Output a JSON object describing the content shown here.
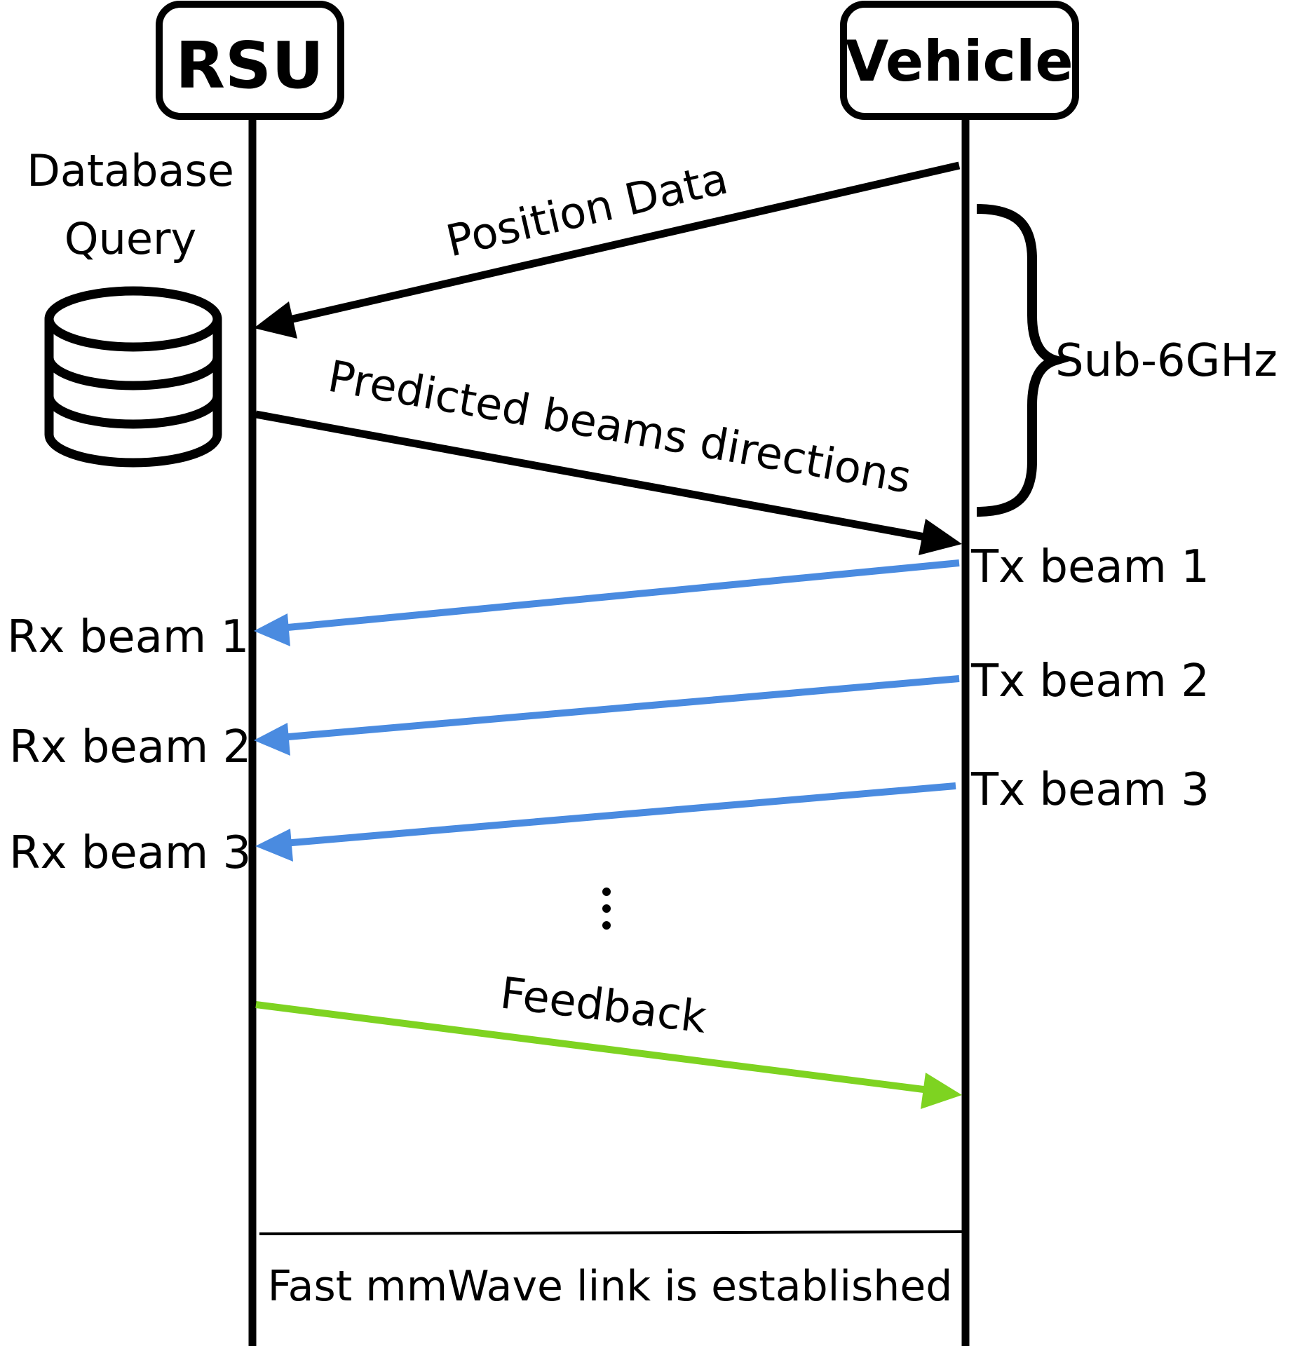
{
  "participants": {
    "rsu": "RSU",
    "vehicle": "Vehicle"
  },
  "database": {
    "label_line1": "Database",
    "label_line2": "Query",
    "icon": "database-icon"
  },
  "messages": {
    "position_data": "Position Data",
    "predicted_beams": "Predicted beams directions",
    "feedback": "Feedback"
  },
  "brace": {
    "label": "Sub-6GHz"
  },
  "beams": {
    "tx": [
      "Tx beam 1",
      "Tx beam 2",
      "Tx beam 3"
    ],
    "rx": [
      "Rx beam 1",
      "Rx beam 2",
      "Rx beam 3"
    ],
    "continuation": "⋮"
  },
  "footer": {
    "established": "Fast mmWave link is established"
  },
  "colors": {
    "control": "#000000",
    "beam": "#4a8be0",
    "feedback": "#7ed321"
  }
}
